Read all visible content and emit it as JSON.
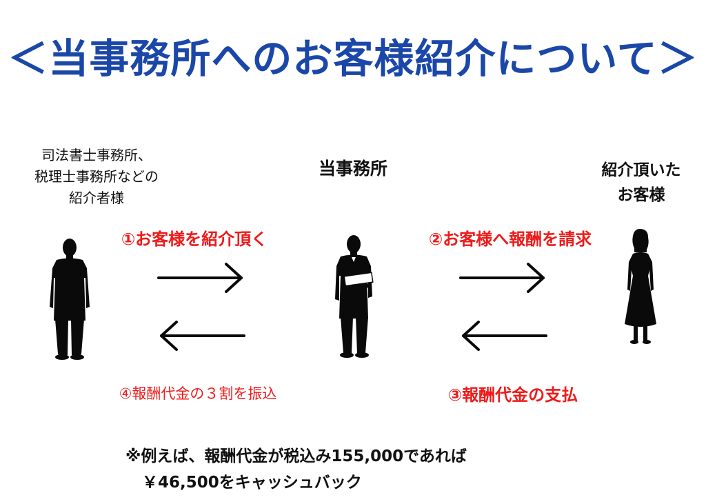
{
  "title": "＜当事務所へのお客様紹介について＞",
  "parties": {
    "left": [
      "司法書士事務所、",
      "税理士事務所などの",
      "紹介者様"
    ],
    "center": "当事務所",
    "right": [
      "紹介頂いた",
      "お客様"
    ]
  },
  "steps": {
    "step1": "①お客様を紹介頂く",
    "step2": "②お客様へ報酬を請求",
    "step3": "③報酬代金の支払",
    "step4": "④報酬代金の３割を振込"
  },
  "note": {
    "line1": "※例えば、報酬代金が税込み155,000であれば",
    "line2": "￥46,500をキャッシュバック"
  },
  "colors": {
    "title": "#1a47a8",
    "step_text": "#ee1b1b",
    "silhouette": "#0a0a0a"
  },
  "icons": {
    "left_person": "man-silhouette-icon",
    "center_person": "businessman-with-document-icon",
    "right_person": "woman-silhouette-icon"
  }
}
